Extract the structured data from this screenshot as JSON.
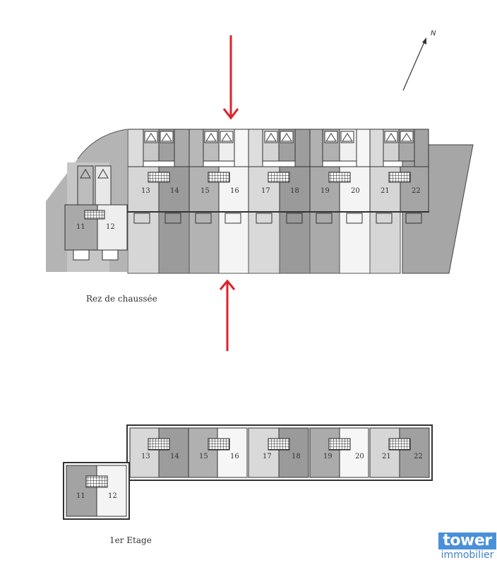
{
  "plans": {
    "ground_floor": {
      "label": "Rez de chaussée",
      "units": [
        {
          "num": "11",
          "color": "#a9a9a9"
        },
        {
          "num": "12",
          "color": "#eeeeee"
        },
        {
          "num": "13",
          "color": "#d6d6d6"
        },
        {
          "num": "14",
          "color": "#9b9b9b"
        },
        {
          "num": "15",
          "color": "#b3b3b3"
        },
        {
          "num": "16",
          "color": "#f4f4f4"
        },
        {
          "num": "17",
          "color": "#d9d9d9"
        },
        {
          "num": "18",
          "color": "#9a9a9a"
        },
        {
          "num": "19",
          "color": "#aaaaaa"
        },
        {
          "num": "20",
          "color": "#f4f4f4"
        },
        {
          "num": "21",
          "color": "#d6d6d6"
        },
        {
          "num": "22",
          "color": "#a5a5a5"
        }
      ]
    },
    "first_floor": {
      "label": "1er Etage",
      "units": [
        {
          "num": "11",
          "color": "#a3a3a3"
        },
        {
          "num": "12",
          "color": "#f4f4f4"
        },
        {
          "num": "13",
          "color": "#d8d8d8"
        },
        {
          "num": "14",
          "color": "#9c9c9c"
        },
        {
          "num": "15",
          "color": "#b0b0b0"
        },
        {
          "num": "16",
          "color": "#f6f6f6"
        },
        {
          "num": "17",
          "color": "#d9d9d9"
        },
        {
          "num": "18",
          "color": "#9a9a9a"
        },
        {
          "num": "19",
          "color": "#ababab"
        },
        {
          "num": "20",
          "color": "#f6f6f6"
        },
        {
          "num": "21",
          "color": "#d6d6d6"
        },
        {
          "num": "22",
          "color": "#a0a0a0"
        }
      ]
    }
  },
  "compass": {
    "label": "N"
  },
  "arrows": {
    "color": "#e0202a"
  },
  "logo": {
    "top": "tower",
    "bottom": "immobilier"
  }
}
